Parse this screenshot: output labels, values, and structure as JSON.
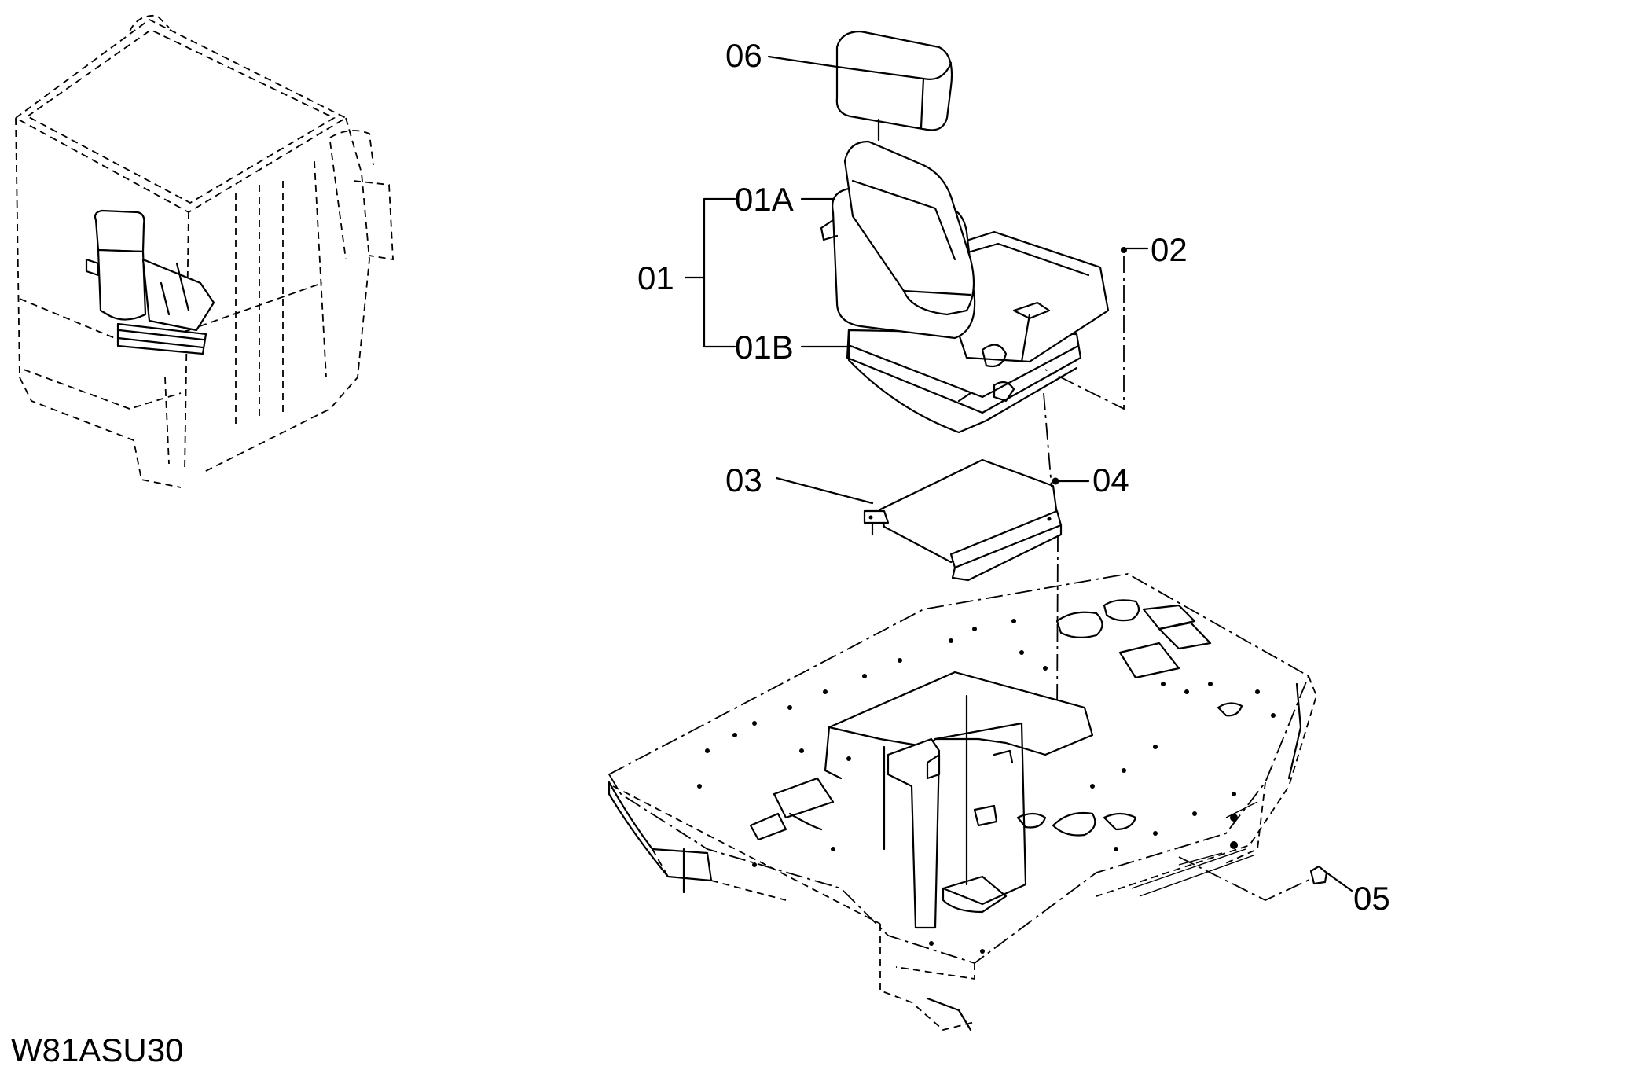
{
  "diagram": {
    "drawing_code": "W81ASU30",
    "callouts": {
      "c06": "06",
      "c01": "01",
      "c01a": "01A",
      "c01b": "01B",
      "c02": "02",
      "c03": "03",
      "c04": "04",
      "c05": "05"
    }
  }
}
